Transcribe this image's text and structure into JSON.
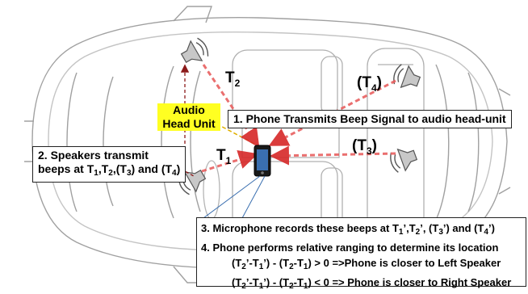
{
  "timing_labels": {
    "t2": {
      "base": "T",
      "sub": "2"
    },
    "t4": {
      "pre": "(T",
      "sub": "4",
      "post": ")"
    },
    "t1": {
      "base": "T",
      "sub": "1"
    },
    "t3": {
      "pre": "(T",
      "sub": "3",
      "post": ")"
    }
  },
  "head_unit": {
    "line1": "Audio",
    "line2": "Head Unit"
  },
  "step1": "1. Phone Transmits Beep Signal to audio head-unit",
  "step2": {
    "line1": "2. Speakers transmit",
    "line2_a": "beeps at T",
    "sub1": "1",
    "line2_b": ",T",
    "sub2": "2",
    "line2_c": ",(T",
    "sub3": "3",
    "line2_d": ") and (T",
    "sub4": "4",
    "line2_e": ")"
  },
  "step3": {
    "a": "3. Microphone records these beeps at T",
    "s1": "1",
    "b": "’,T",
    "s2": "2",
    "c": "’, (T",
    "s3": "3",
    "d": "’) and (T",
    "s4": "4",
    "e": "’)"
  },
  "step4": "4. Phone performs relative ranging to determine its location",
  "formula1": {
    "a": "(T",
    "s1": "2",
    "b": "’-T",
    "s2": "1",
    "c": "’) - (T",
    "s3": "2",
    "d": "-T",
    "s4": "1",
    "e": ") > 0  =>Phone is closer to Left Speaker"
  },
  "formula2": {
    "a": "(T",
    "s1": "2",
    "b": "’-T",
    "s2": "1",
    "c": "’) - (T",
    "s3": "2",
    "d": "-T",
    "s4": "1",
    "e": ") < 0  => Phone is closer to Right Speaker"
  },
  "colors": {
    "arrow": "#e83a3a",
    "head_unit_bg": "#ffff22",
    "car_outline": "#9a9a9a"
  }
}
